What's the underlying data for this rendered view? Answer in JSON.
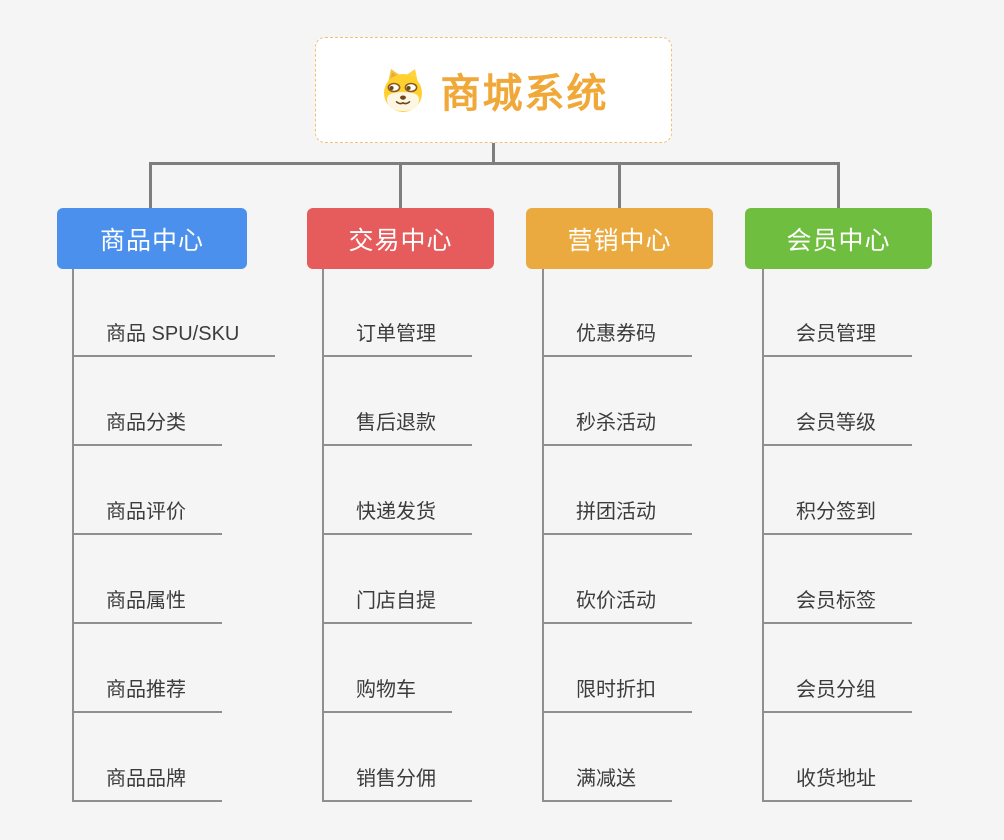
{
  "root": {
    "title": "商城系统",
    "icon": "doge-icon"
  },
  "branches": [
    {
      "label": "商品中心",
      "color": "#4a90ec",
      "items": [
        "商品 SPU/SKU",
        "商品分类",
        "商品评价",
        "商品属性",
        "商品推荐",
        "商品品牌"
      ]
    },
    {
      "label": "交易中心",
      "color": "#e65c5c",
      "items": [
        "订单管理",
        "售后退款",
        "快递发货",
        "门店自提",
        "购物车",
        "销售分佣"
      ]
    },
    {
      "label": "营销中心",
      "color": "#ebaa3f",
      "items": [
        "优惠券码",
        "秒杀活动",
        "拼团活动",
        "砍价活动",
        "限时折扣",
        "满减送"
      ]
    },
    {
      "label": "会员中心",
      "color": "#6fbe40",
      "items": [
        "会员管理",
        "会员等级",
        "积分签到",
        "会员标签",
        "会员分组",
        "收货地址"
      ]
    }
  ],
  "colors": {
    "background": "#f5f5f6",
    "root_title": "#f0a838",
    "root_border": "#f3c078",
    "connector": "#7e7e7e",
    "underline": "#8f8f8f",
    "item_text": "#3c3c3c"
  }
}
